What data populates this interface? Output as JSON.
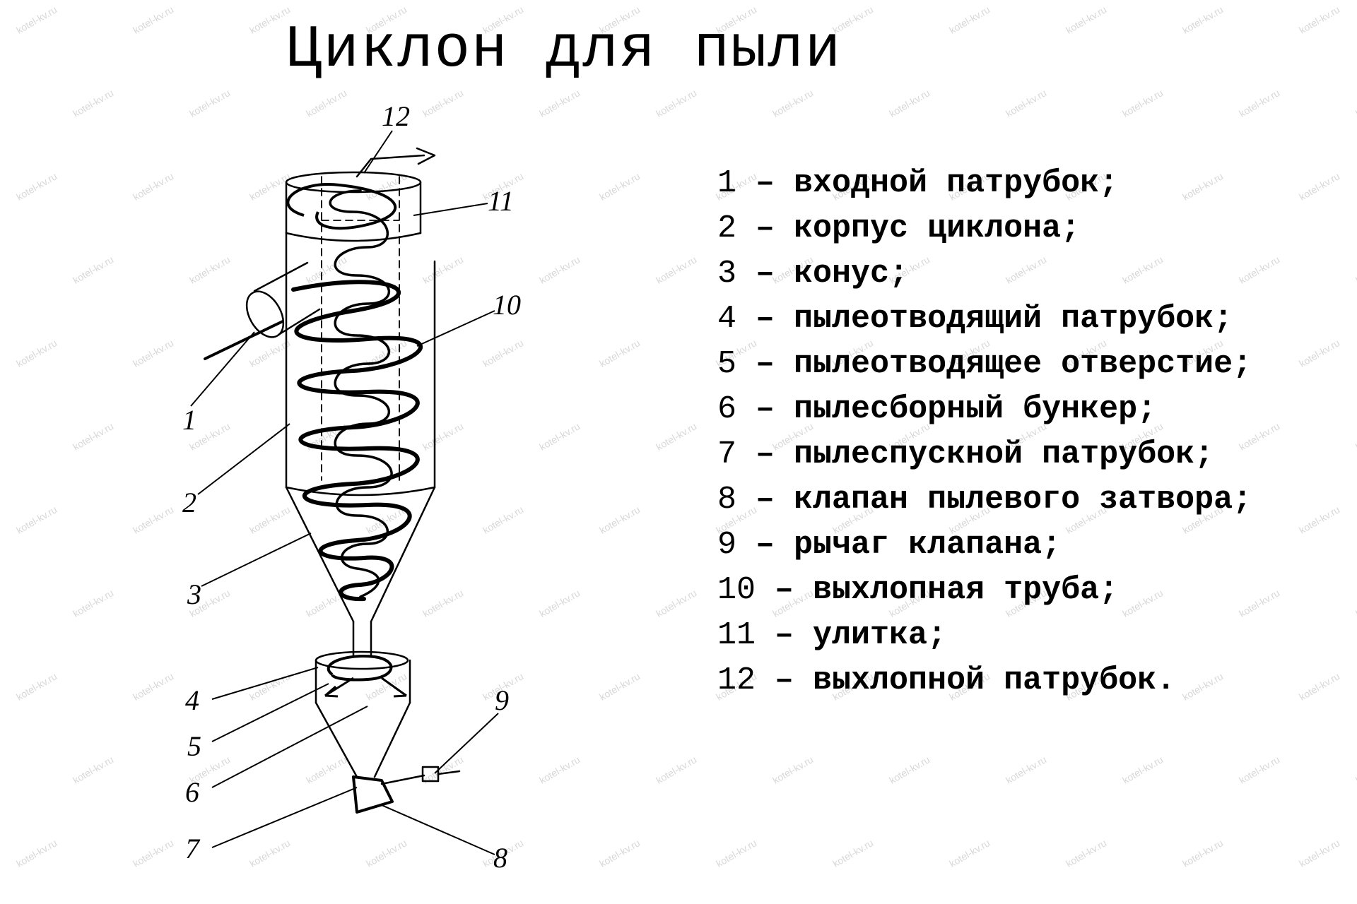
{
  "title": "Циклон для пыли",
  "watermark_text": "kotel-kv.ru",
  "colors": {
    "ink": "#000000",
    "background": "#ffffff",
    "watermark": "#d8d8d8"
  },
  "callouts": [
    "1",
    "2",
    "3",
    "4",
    "5",
    "6",
    "7",
    "8",
    "9",
    "10",
    "11",
    "12"
  ],
  "legend": [
    {
      "num": "1",
      "text": "– входной патрубок;"
    },
    {
      "num": "2",
      "text": "– корпус циклона;"
    },
    {
      "num": "3",
      "text": "– конус;"
    },
    {
      "num": "4",
      "text": "– пылеотводящий патрубок;"
    },
    {
      "num": "5",
      "text": "– пылеотводящее отверстие;"
    },
    {
      "num": "6",
      "text": "– пылесборный бункер;"
    },
    {
      "num": "7",
      "text": "– пылеспускной патрубок;"
    },
    {
      "num": "8",
      "text": "– клапан пылевого затвора;"
    },
    {
      "num": "9",
      "text": "– рычаг клапана;"
    },
    {
      "num": "10",
      "text": "– выхлопная труба;"
    },
    {
      "num": "11",
      "text": "– улитка;"
    },
    {
      "num": "12",
      "text": "– выхлопной патрубок."
    }
  ]
}
